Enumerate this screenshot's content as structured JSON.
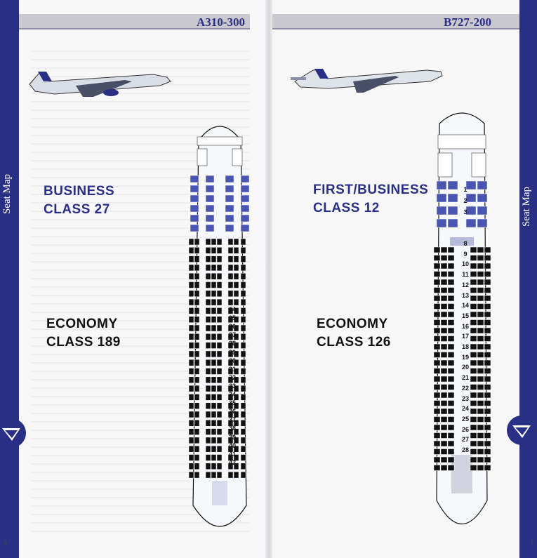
{
  "spine": {
    "left_label": "Seat Map",
    "right_label": "Seat Map",
    "left_page_number": "4",
    "right_page_number": "1"
  },
  "left_page": {
    "aircraft": "A310-300",
    "business_title": "BUSINESS",
    "business_count": "CLASS  27",
    "economy_title": "ECONOMY",
    "economy_count": "CLASS 189",
    "row_labels": [
      "24",
      "25",
      "26",
      "27",
      "28",
      "29",
      "30",
      "31",
      "32",
      "33",
      "34",
      "35",
      "36",
      "37",
      "38",
      "39",
      "40",
      "41",
      "42"
    ]
  },
  "right_page": {
    "aircraft": "B727-200",
    "business_title": "FIRST/BUSINESS",
    "business_count": "CLASS  12",
    "economy_title": "ECONOMY",
    "economy_count": "CLASS  126",
    "row_labels": [
      "1",
      "2",
      "3",
      "8",
      "9",
      "10",
      "11",
      "12",
      "13",
      "14",
      "15",
      "16",
      "17",
      "18",
      "19",
      "20",
      "21",
      "22",
      "23",
      "24",
      "25",
      "26",
      "27",
      "28"
    ]
  },
  "colors": {
    "brand_blue": "#2a2f86",
    "business_seat": "#4a55b2",
    "economy_seat": "#111111"
  }
}
